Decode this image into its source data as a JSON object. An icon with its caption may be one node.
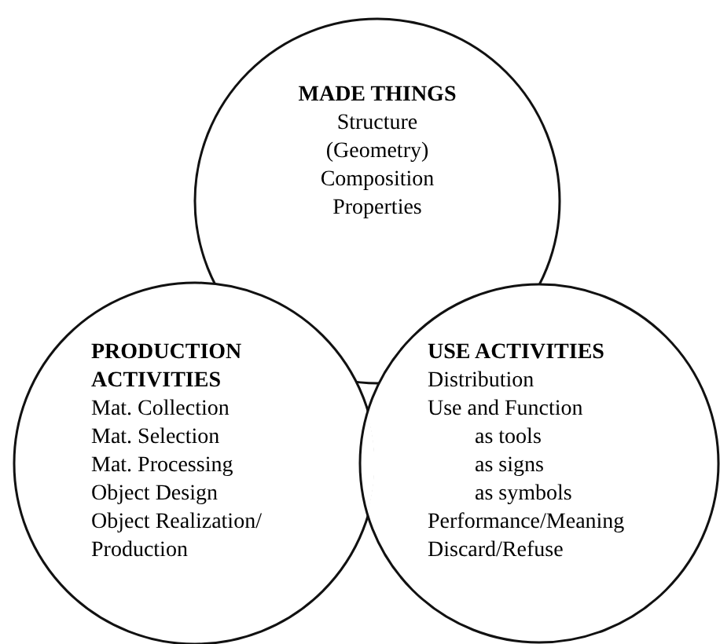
{
  "diagram": {
    "nodes": [
      {
        "text": [
          "MADE THINGS",
          "Structure",
          "(Geometry)",
          "Composition",
          "Properties"
        ]
      },
      {
        "text": [
          "PRODUCTION ACTIVITIES",
          "Mat. Collection",
          "Mat. Selection",
          "Mat. Processing",
          "Object Design",
          "Object Realization/ Production"
        ]
      },
      {
        "text": [
          "USE ACTIVITIES",
          "Distribution",
          "Use and Function",
          "as tools",
          "as signs",
          "as symbols",
          "Performance/Meaning",
          "Discard/Refuse"
        ]
      }
    ]
  }
}
